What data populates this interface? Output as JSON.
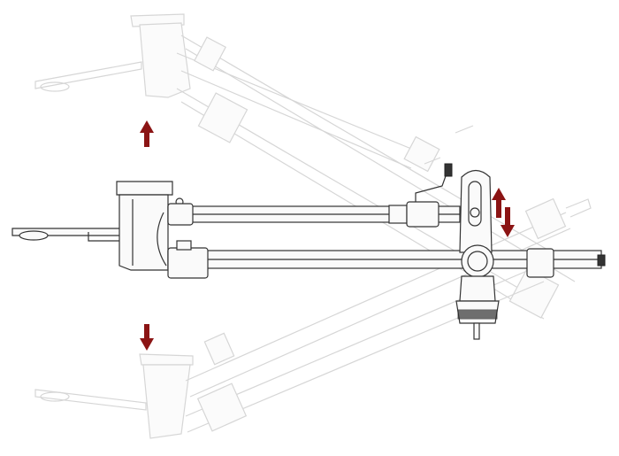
{
  "figure": {
    "subject": "camera-jib-arm",
    "colors": {
      "arrow": "#8b1414",
      "line": "#333333",
      "ghost": "#d6d6d6",
      "background": "#ffffff"
    },
    "arrows": [
      {
        "name": "left-up",
        "direction": "up"
      },
      {
        "name": "left-down",
        "direction": "down"
      },
      {
        "name": "right-up",
        "direction": "up"
      },
      {
        "name": "right-down",
        "direction": "down"
      }
    ]
  }
}
